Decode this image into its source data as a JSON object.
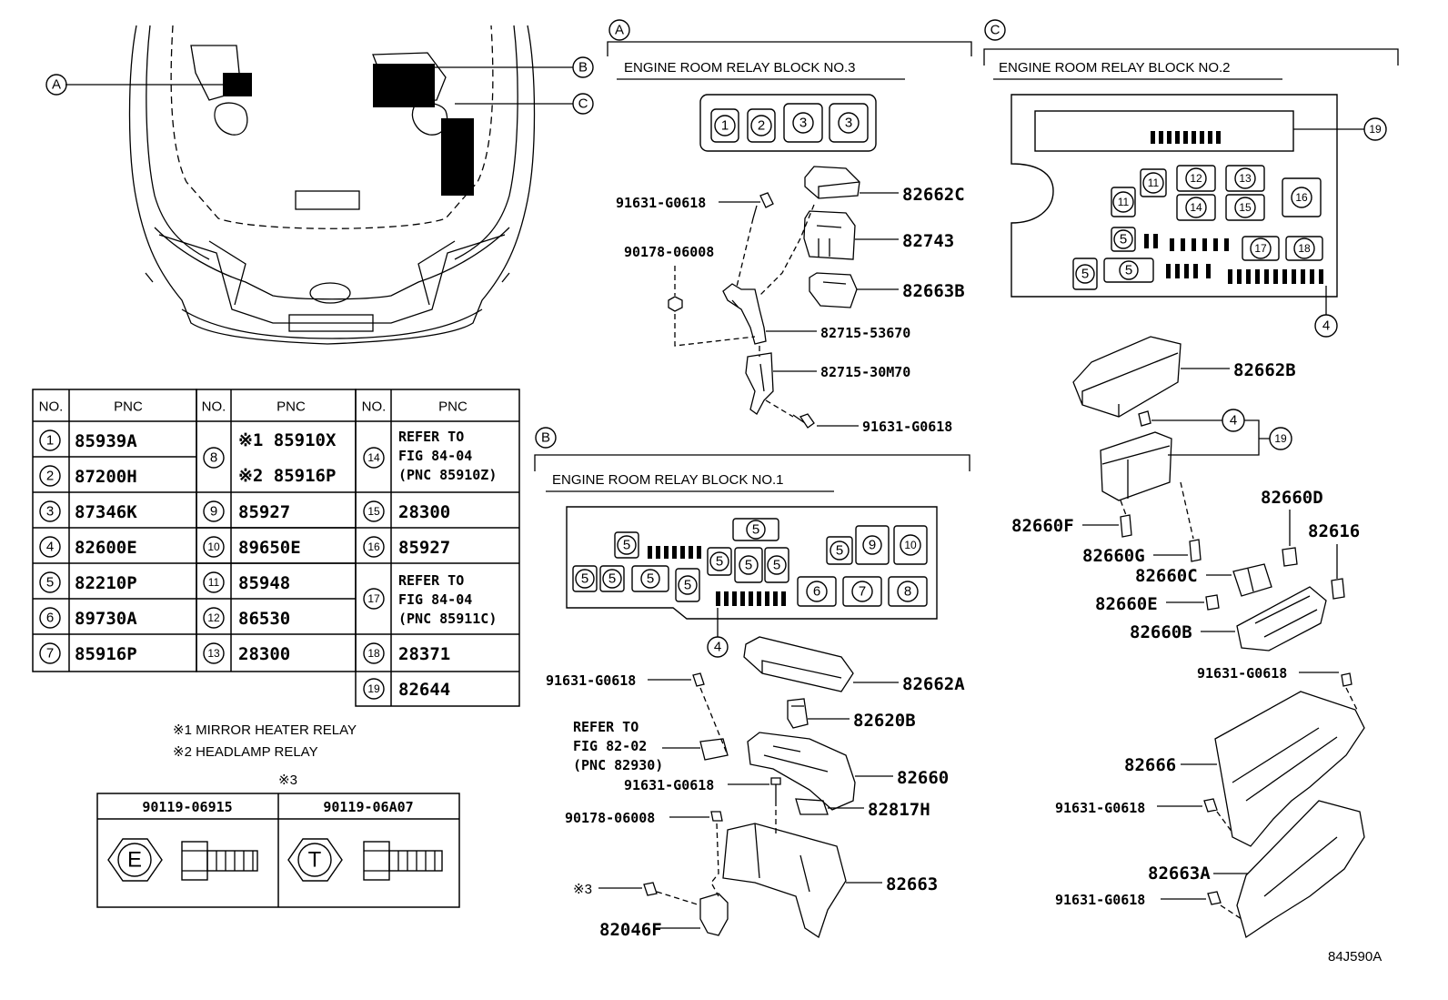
{
  "callouts": {
    "a": "A",
    "b": "B",
    "c": "C"
  },
  "blocks": {
    "a_title": "ENGINE ROOM RELAY BLOCK  NO.3",
    "b_title": "ENGINE ROOM RELAY BLOCK  NO.1",
    "c_title": "ENGINE ROOM RELAY BLOCK  NO.2"
  },
  "parts_a": {
    "p82662C": "82662C",
    "p82743": "82743",
    "p82663B": "82663B",
    "p82715_53670": "82715-53670",
    "p82715_30M70": "82715-30M70",
    "p91631_top": "91631-G0618",
    "p90178": "90178-06008",
    "p91631_bot": "91631-G0618"
  },
  "parts_b": {
    "p82662A": "82662A",
    "p82620B": "82620B",
    "p82660": "82660",
    "p82817H": "82817H",
    "p82663": "82663",
    "p82046F": "82046F",
    "p91631_a": "91631-G0618",
    "p91631_b": "91631-G0618",
    "p90178": "90178-06008",
    "note3": "※3",
    "refer1": "REFER TO",
    "refer2": "FIG 82-02",
    "refer3": "(PNC 82930)"
  },
  "parts_c": {
    "p82662B": "82662B",
    "p82660F": "82660F",
    "p82660G": "82660G",
    "p82660D": "82660D",
    "p82616": "82616",
    "p82660C": "82660C",
    "p82660E": "82660E",
    "p82660B": "82660B",
    "p82666": "82666",
    "p82663A": "82663A",
    "p91631_a": "91631-G0618",
    "p91631_b": "91631-G0618",
    "p91631_c": "91631-G0618"
  },
  "pnc_table": {
    "h_no": "NO.",
    "h_pnc": "PNC",
    "rows": [
      {
        "no": "1",
        "pnc": "85939A"
      },
      {
        "no": "2",
        "pnc": "87200H"
      },
      {
        "no": "3",
        "pnc": "87346K"
      },
      {
        "no": "4",
        "pnc": "82600E"
      },
      {
        "no": "5",
        "pnc": "82210P"
      },
      {
        "no": "6",
        "pnc": "89730A"
      },
      {
        "no": "7",
        "pnc": "85916P"
      },
      {
        "no": "8",
        "pnc1": "※1 85910X",
        "pnc2": "※2 85916P"
      },
      {
        "no": "9",
        "pnc": "85927"
      },
      {
        "no": "10",
        "pnc": "89650E"
      },
      {
        "no": "11",
        "pnc": "85948"
      },
      {
        "no": "12",
        "pnc": "86530"
      },
      {
        "no": "13",
        "pnc": "28300"
      },
      {
        "no": "14",
        "l1": "REFER TO",
        "l2": "FIG 84-04",
        "l3": "(PNC 85910Z)"
      },
      {
        "no": "15",
        "pnc": "28300"
      },
      {
        "no": "16",
        "pnc": "85927"
      },
      {
        "no": "17",
        "l1": "REFER TO",
        "l2": "FIG 84-04",
        "l3": "(PNC 85911C)"
      },
      {
        "no": "18",
        "pnc": "28371"
      },
      {
        "no": "19",
        "pnc": "82644"
      }
    ]
  },
  "notes": {
    "n1": "※1 MIRROR HEATER RELAY",
    "n2": "※2 HEADLAMP RELAY",
    "n3": "※3"
  },
  "bolt_table": {
    "col1": "90119-06915",
    "col2": "90119-06A07",
    "mark1": "E",
    "mark2": "T"
  },
  "figure_id": "84J590A"
}
